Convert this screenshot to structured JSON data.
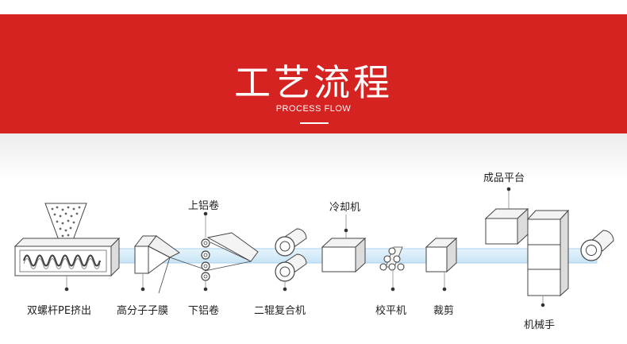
{
  "header": {
    "title": "工艺流程",
    "subtitle": "PROCESS FLOW"
  },
  "colors": {
    "banner_red": "#d42320",
    "belt_blue": "#d6ecf8",
    "belt_blue_edge": "#a9d2ee",
    "outline": "#444444"
  },
  "steps": {
    "extruder": "双螺杆PE挤出",
    "film": "高分子子膜",
    "al_top": "上铝卷",
    "al_bottom": "下铝卷",
    "rollers": "二辊复合机",
    "cooling": "冷却机",
    "leveling": "校平机",
    "cutting": "裁剪",
    "platform": "成品平台",
    "robot": "机械手"
  }
}
